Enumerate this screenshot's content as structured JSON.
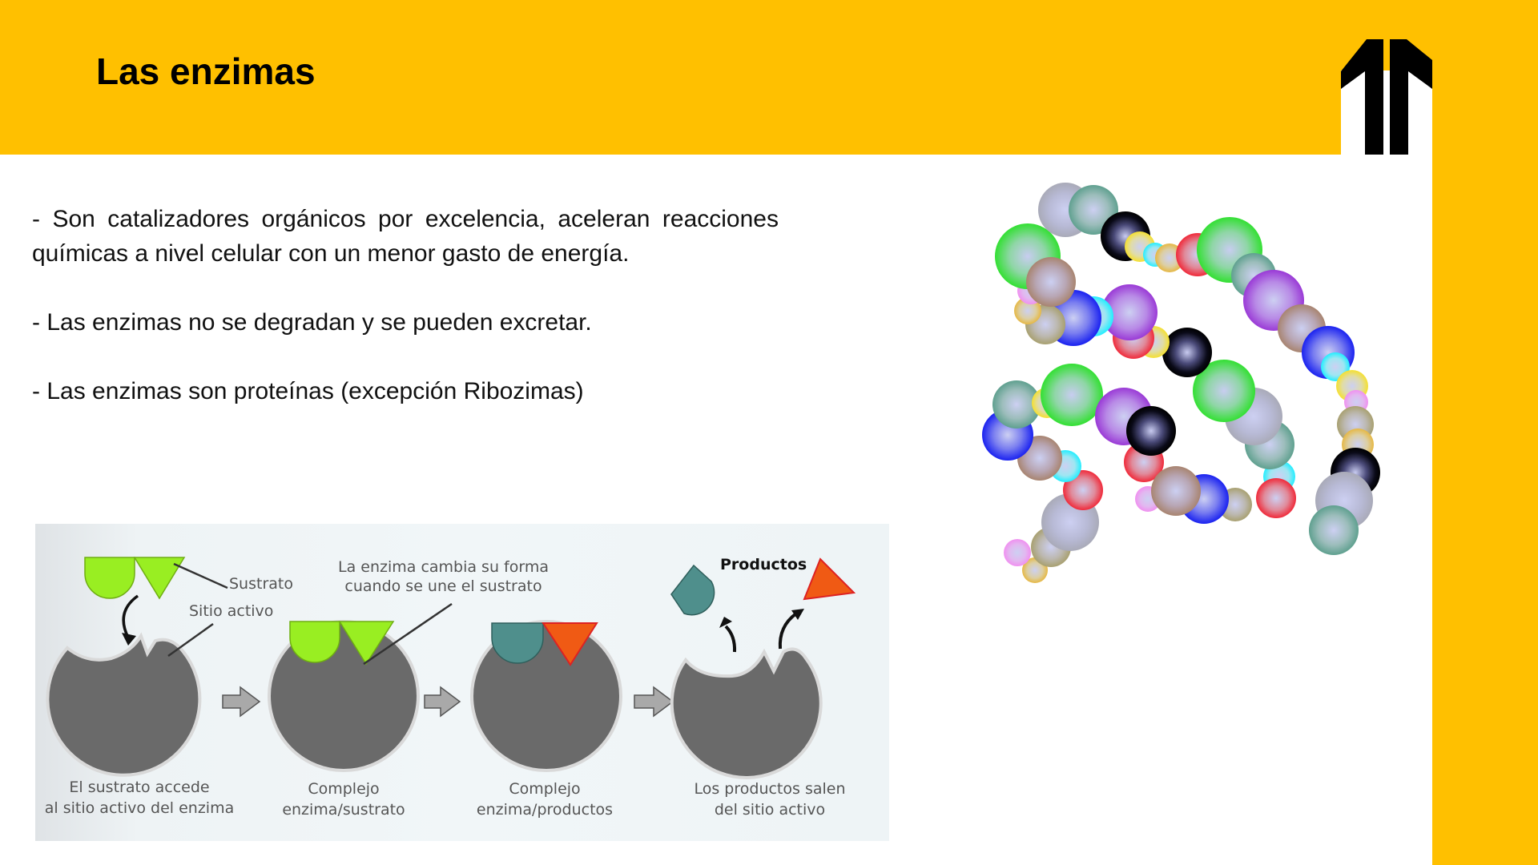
{
  "slide": {
    "title": "Las enzimas",
    "accent_color": "#FFC000",
    "logo": {
      "icon": "double-arrow-up-logo-icon"
    }
  },
  "bullets": [
    "- Son catalizadores orgánicos por excelencia, aceleran reacciones químicas a nivel celular con un menor gasto de energía.",
    "- Las enzimas no se degradan y se pueden excretar.",
    "- Las enzimas son proteínas (excepción Ribozimas)"
  ],
  "diagram": {
    "labels": {
      "sustrato": "Sustrato",
      "sitio_activo": "Sitio activo",
      "cambio_forma_line1": "La enzima cambia su forma",
      "cambio_forma_line2": "cuando se une el sustrato",
      "productos": "Productos"
    },
    "steps": [
      {
        "line1": "El sustrato accede",
        "line2": "al sitio activo del enzima"
      },
      {
        "line1": "Complejo",
        "line2": "enzima/sustrato"
      },
      {
        "line1": "Complejo",
        "line2": "enzima/productos"
      },
      {
        "line1": "Los productos salen",
        "line2": "del sitio activo"
      }
    ],
    "colors": {
      "enzyme": "#6a6a6a",
      "substrate": "#99ee22",
      "product_round": "#4f8f8c",
      "product_triangle": "#f05a14",
      "arrow": "#a9a9a9"
    }
  },
  "protein_image": {
    "icon": "protein-chain-illustration"
  }
}
